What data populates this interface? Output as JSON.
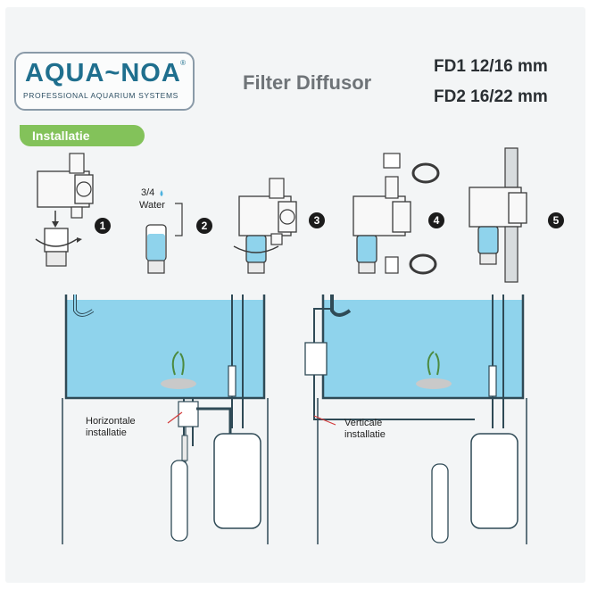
{
  "logo": {
    "brand": "AQUA~NOA",
    "registered": "®",
    "tagline": "PROFESSIONAL AQUARIUM SYSTEMS"
  },
  "header": {
    "title": "Filter Diffusor",
    "spec_fd1": "FD1 12/16 mm",
    "spec_fd2": "FD2 16/22 mm"
  },
  "section": {
    "label": "Installatie"
  },
  "steps": [
    "1",
    "2",
    "3",
    "4",
    "5"
  ],
  "step2": {
    "fill_fraction": "3/4",
    "fill_word": "Water"
  },
  "labels": {
    "horizontal": "Horizontale installatie",
    "vertical": "Verticale installatie"
  },
  "colors": {
    "water": "#8fd3ec",
    "glass": "#2f4a56",
    "brand": "#1f6f8e",
    "badge": "#83c25a",
    "pointer": "#d23b3b"
  }
}
